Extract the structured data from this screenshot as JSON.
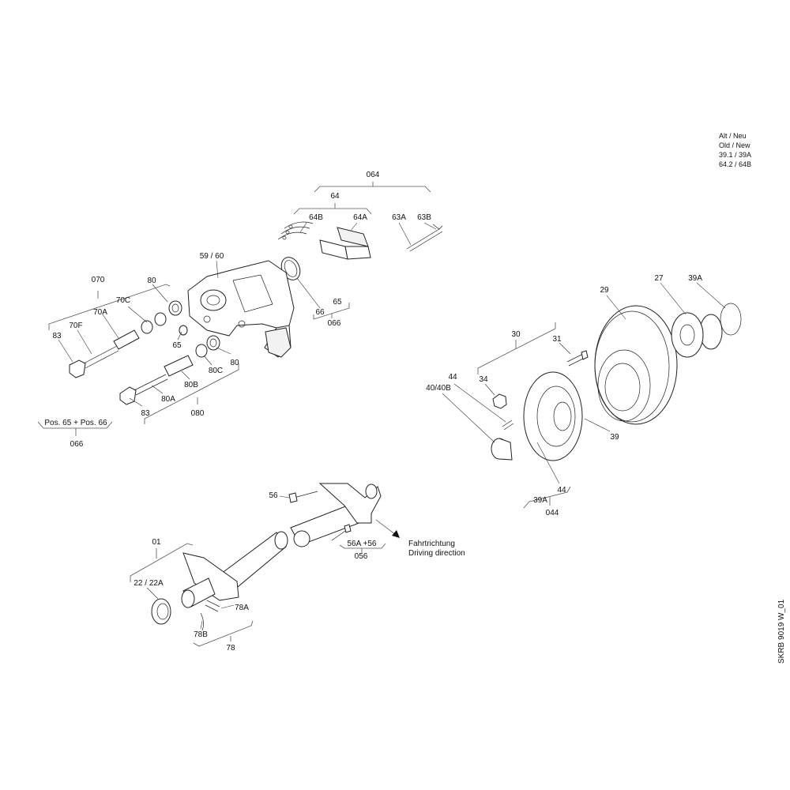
{
  "legend": {
    "header": "Alt / Neu",
    "subheader": "Old / New",
    "rows": [
      "39.1 / 39A",
      "64.2 / 64B"
    ]
  },
  "drawing_code": "SKRB 9019 W_01",
  "direction": {
    "de": "Fahrtrichtung",
    "en": "Driving direction"
  },
  "labels": {
    "p064": "064",
    "p64": "64",
    "p64B": "64B",
    "p64A": "64A",
    "p63A": "63A",
    "p63B": "63B",
    "p59_60": "59 / 60",
    "p070": "070",
    "p80_top": "80",
    "p70C": "70C",
    "p70A": "70A",
    "p70F": "70F",
    "p83_top": "83",
    "p65_mid": "65",
    "p66": "66",
    "p65_group": "65",
    "p066_group": "066",
    "p80_right": "80",
    "p80C": "80C",
    "p80B": "80B",
    "p80A": "80A",
    "p83_bottom": "83",
    "p080": "080",
    "p_pos": "Pos. 65 + Pos. 66",
    "p066_pos": "066",
    "p29": "29",
    "p27": "27",
    "p39A_top": "39A",
    "p30": "30",
    "p31": "31",
    "p34": "34",
    "p44_top": "44",
    "p40_40B": "40/40B",
    "p39": "39",
    "p39A_bottom": "39A",
    "p44_bottom": "44",
    "p044": "044",
    "p56": "56",
    "p56A_56": "56A  +56",
    "p056": "056",
    "p01": "01",
    "p22_22A": "22 / 22A",
    "p78A": "78A",
    "p78B": "78B",
    "p78": "78"
  }
}
